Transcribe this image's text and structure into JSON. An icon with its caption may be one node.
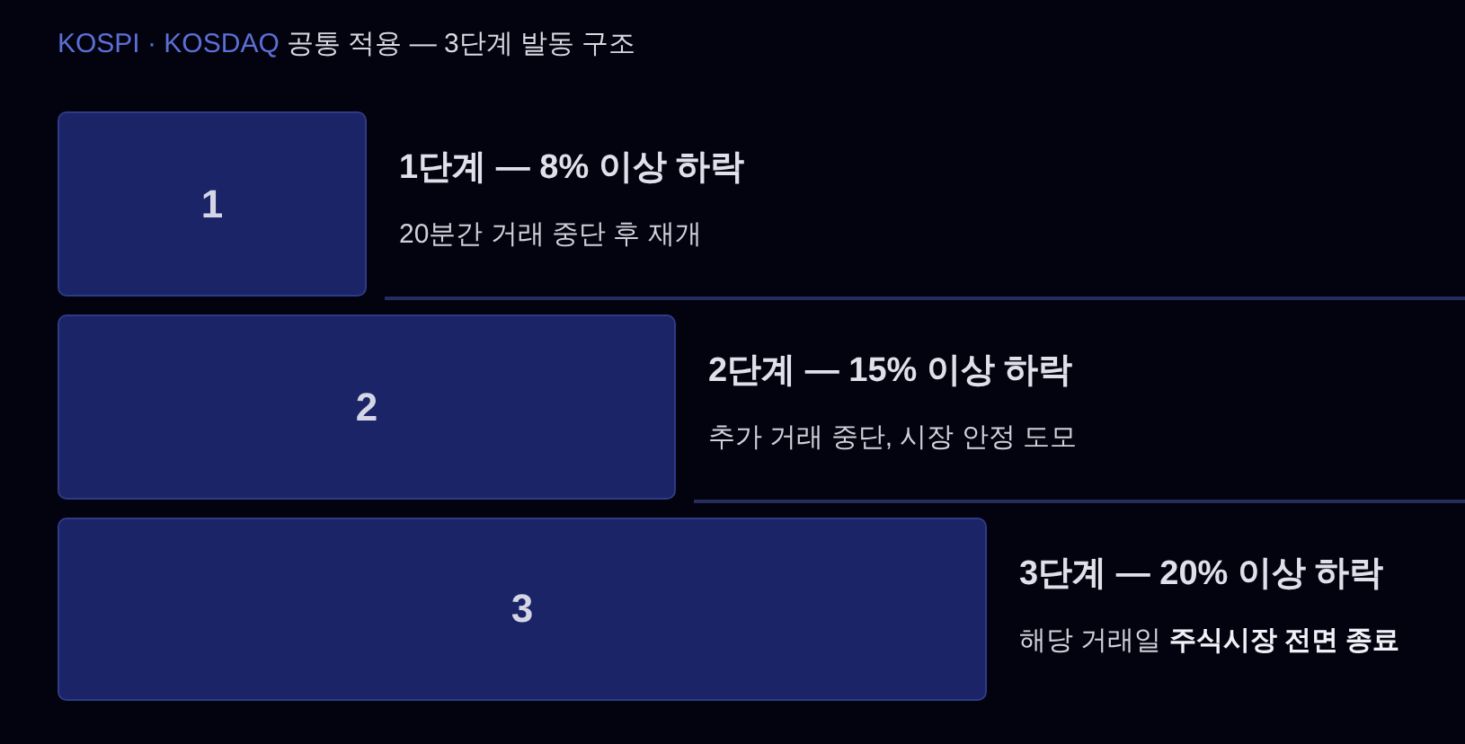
{
  "diagram": {
    "title": "공통 적용 — 3단계 발동 구조",
    "nodes": [
      {
        "text": [
          "1"
        ],
        "beside": [
          "1단계 — 8% 이상 하락",
          "20분간 거래 중단 후 재개"
        ]
      },
      {
        "text": [
          "2"
        ],
        "beside": [
          "2단계 — 15% 이상 하락",
          "추가 거래 중단, 시장 안정 도모"
        ]
      },
      {
        "text": [
          "3"
        ],
        "beside": [
          "3단계 — 20% 이상 하락",
          "해당 거래일 **주식시장 전면 종료**"
        ]
      }
    ],
    "labels": [
      "KOSPI · KOSDAQ"
    ]
  }
}
